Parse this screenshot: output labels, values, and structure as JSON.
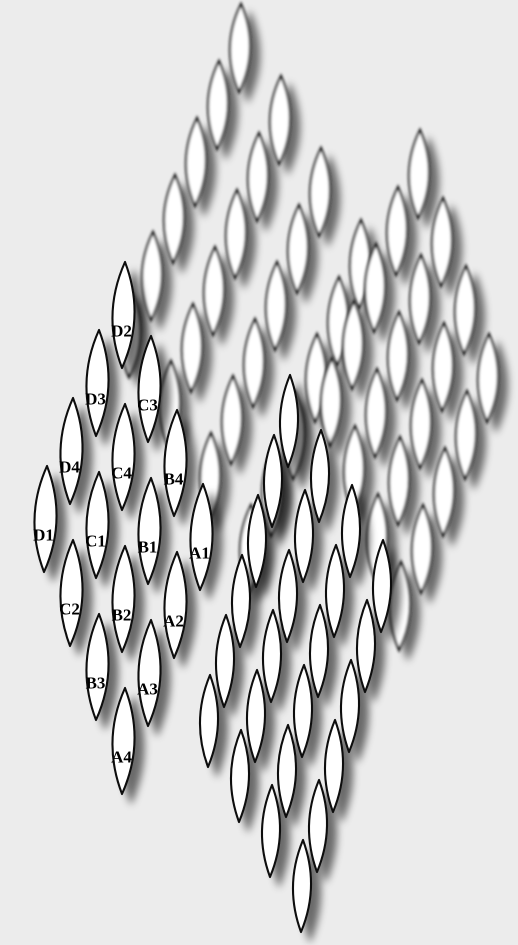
{
  "labeled_panel": {
    "cells": [
      {
        "label": "D2",
        "row": 0,
        "col": 0
      },
      {
        "label": "D3",
        "row": 0,
        "col": 1
      },
      {
        "label": "C3",
        "row": 1,
        "col": 0
      },
      {
        "label": "D4",
        "row": 0,
        "col": 2
      },
      {
        "label": "C4",
        "row": 1,
        "col": 1
      },
      {
        "label": "B4",
        "row": 2,
        "col": 0
      },
      {
        "label": "D1",
        "row": 0,
        "col": 3
      },
      {
        "label": "C1",
        "row": 1,
        "col": 2
      },
      {
        "label": "B1",
        "row": 2,
        "col": 1
      },
      {
        "label": "A1",
        "row": 3,
        "col": 0
      },
      {
        "label": "C2",
        "row": 1,
        "col": 3
      },
      {
        "label": "B2",
        "row": 2,
        "col": 2
      },
      {
        "label": "A2",
        "row": 3,
        "col": 1
      },
      {
        "label": "B3",
        "row": 2,
        "col": 3
      },
      {
        "label": "A3",
        "row": 3,
        "col": 2
      },
      {
        "label": "A4",
        "row": 3,
        "col": 3
      }
    ]
  },
  "colors": {
    "background": "#ececec",
    "leaf_fill": "#ffffff",
    "leaf_stroke": "#111111",
    "shadow": "#000000"
  }
}
